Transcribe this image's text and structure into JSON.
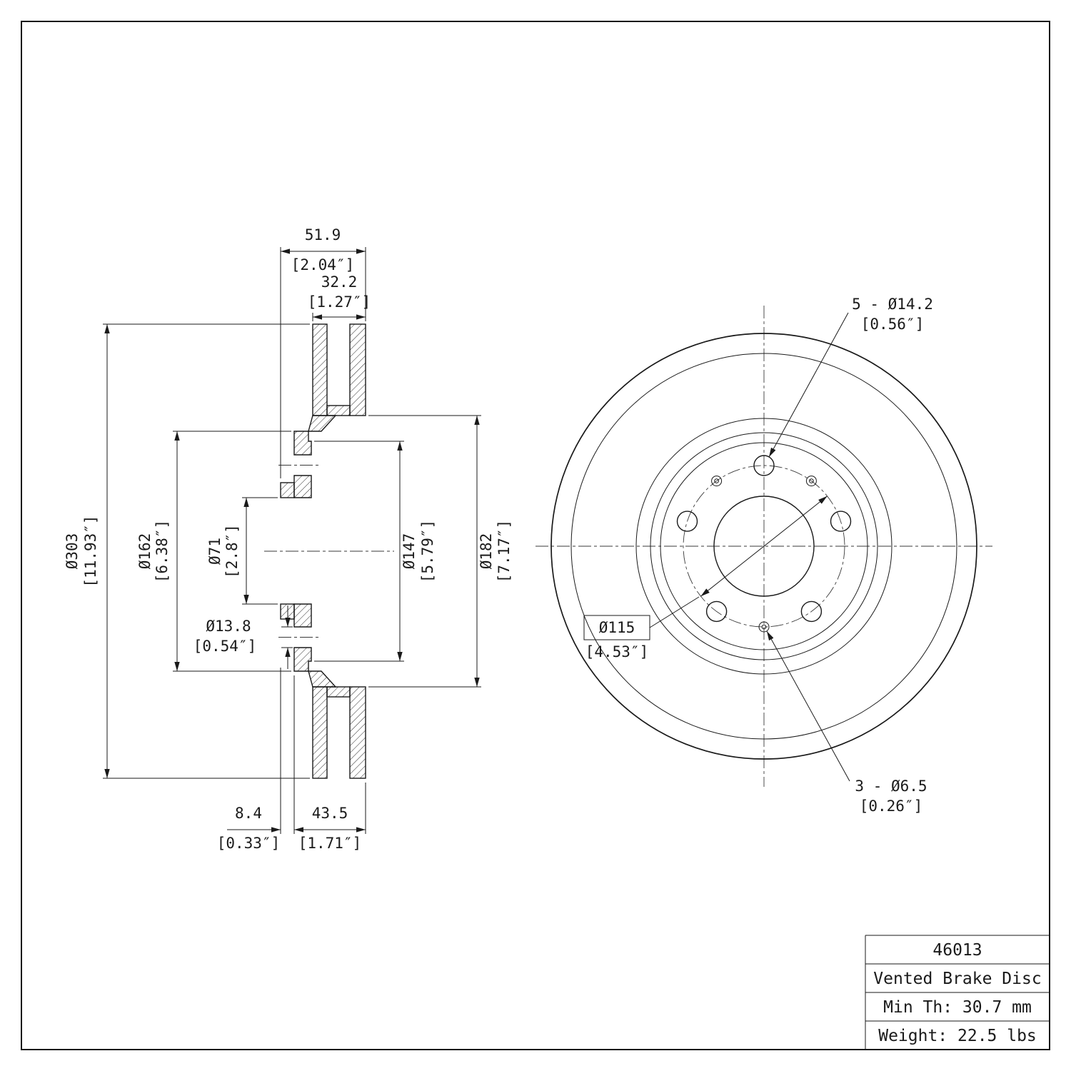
{
  "drawing": {
    "section": {
      "overall_width": {
        "mm": "51.9",
        "in": "[2.04″]"
      },
      "plate_thickness": {
        "mm": "32.2",
        "in": "[1.27″]"
      },
      "outer_dia": {
        "mm": "Ø303",
        "in": "[11.93″]"
      },
      "hat_dia": {
        "mm": "Ø162",
        "in": "[6.38″]"
      },
      "pilot_dia": {
        "mm": "Ø71",
        "in": "[2.8″]"
      },
      "lug_hole_dia": {
        "mm": "Ø13.8",
        "in": "[0.54″]"
      },
      "step_dia": {
        "mm": "Ø147",
        "in": "[5.79″]"
      },
      "friction_inner_dia": {
        "mm": "Ø182",
        "in": "[7.17″]"
      },
      "pilot_offset": {
        "mm": "8.4",
        "in": "[0.33″]"
      },
      "hat_depth": {
        "mm": "43.5",
        "in": "[1.71″]"
      }
    },
    "front": {
      "lug_holes": {
        "label": "5 - Ø14.2",
        "in": "[0.56″]"
      },
      "bolt_circle": {
        "label": "Ø115",
        "in": "[4.53″]"
      },
      "small_holes": {
        "label": "3 - Ø6.5",
        "in": "[0.26″]"
      }
    },
    "title_block": {
      "part_number": "46013",
      "description": "Vented Brake Disc",
      "min_thickness": "Min Th: 30.7 mm",
      "weight": "Weight: 22.5 lbs"
    }
  }
}
